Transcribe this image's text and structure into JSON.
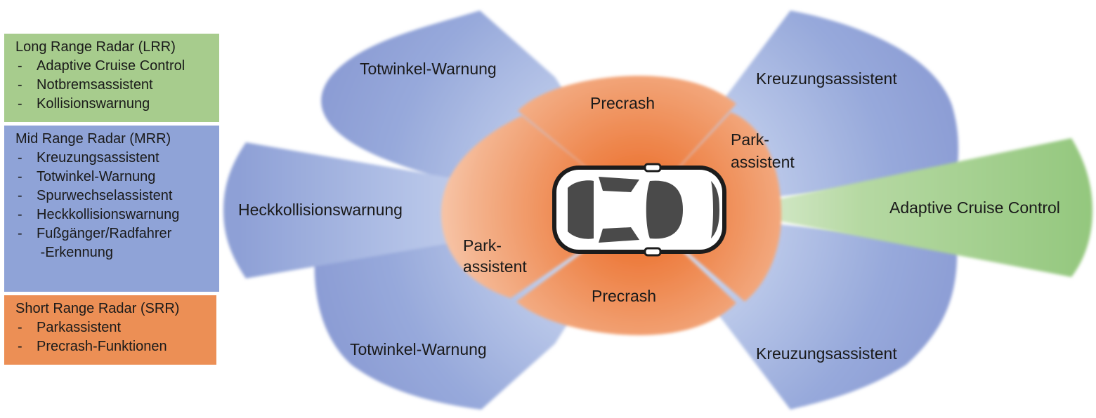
{
  "colors": {
    "lrr": "#a7cc8d",
    "mrr": "#8fa3d7",
    "srr": "#ec8f55",
    "mrr_zone": "#8d9fd6",
    "srr_zone": "#ee8a52",
    "lrr_zone": "#93c77d"
  },
  "legend": [
    {
      "id": "lrr",
      "title": "Long Range Radar (LRR)",
      "items": [
        "Adaptive Cruise Control",
        "Notbremsassistent",
        "Kollisionswarnung"
      ]
    },
    {
      "id": "mrr",
      "title": "Mid Range Radar (MRR)",
      "items": [
        "Kreuzungsassistent",
        "Totwinkel-Warnung",
        "Spurwechselassistent",
        "Heckkollisionswarnung",
        "Fußgänger/Radfahrer",
        " -Erkennung"
      ]
    },
    {
      "id": "srr",
      "title": "Short Range Radar (SRR)",
      "items": [
        "Parkassistent",
        "Precrash-Funktionen"
      ]
    }
  ],
  "zones": {
    "blind_spot_top": "Totwinkel-Warnung",
    "blind_spot_bottom": "Totwinkel-Warnung",
    "cross_top": "Kreuzungsassistent",
    "cross_bottom": "Kreuzungsassistent",
    "rear_collision": "Heckkollisionswarnung",
    "precrash_top": "Precrash",
    "precrash_bottom": "Precrash",
    "park_front_line1": "Park-",
    "park_front_line2": "assistent",
    "park_rear_line1": "Park-",
    "park_rear_line2": "assistent",
    "acc": "Adaptive Cruise Control"
  },
  "car": {
    "icon": "car-icon"
  }
}
